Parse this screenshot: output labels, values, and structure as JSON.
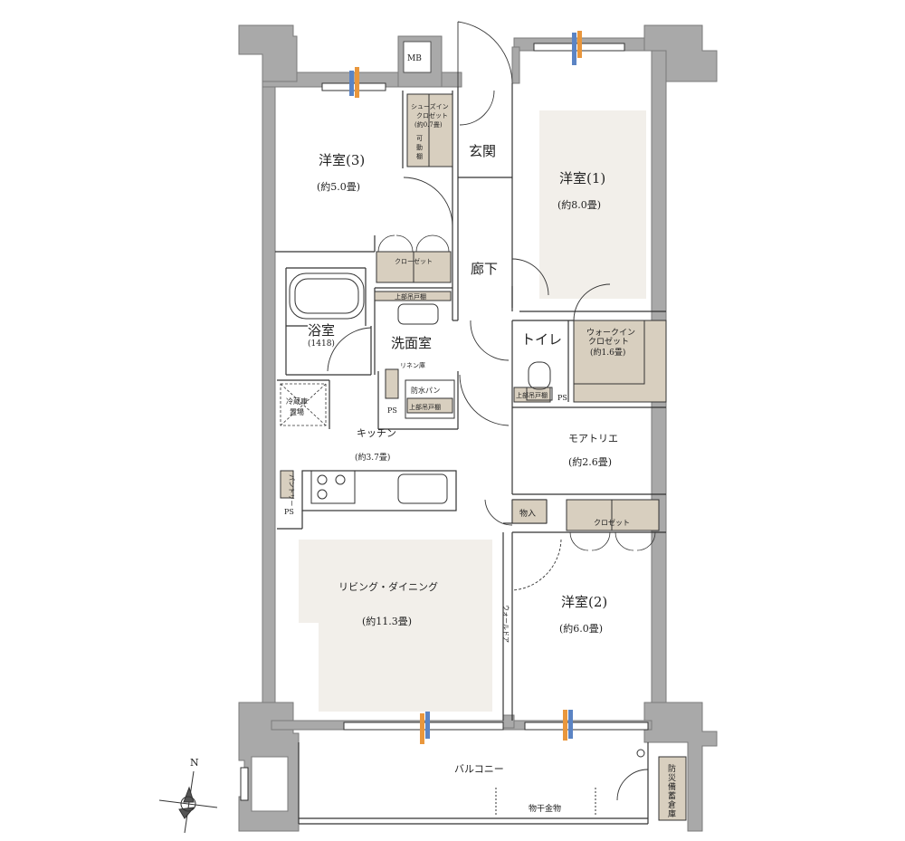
{
  "rooms": {
    "western3": {
      "name": "洋室(3)",
      "size": "(約5.0畳)"
    },
    "western1": {
      "name": "洋室(1)",
      "size": "(約8.0畳)"
    },
    "western2": {
      "name": "洋室(2)",
      "size": "(約6.0畳)"
    },
    "entrance": "玄関",
    "hallway": "廊下",
    "bath": {
      "name": "浴室",
      "size": "(1418)"
    },
    "washroom": "洗面室",
    "toilet": "トイレ",
    "kitchen": {
      "name": "キッチン",
      "size": "(約3.7畳)"
    },
    "living": {
      "name": "リビング・ダイニング",
      "size": "(約11.3畳)"
    },
    "atelier": {
      "name": "モアトリエ",
      "size": "(約2.6畳)"
    },
    "balcony": "バルコニー",
    "wic": {
      "line1": "ウォークイン",
      "line2": "クロゼット",
      "size": "(約1.6畳)"
    }
  },
  "fixtures": {
    "mb": "MB",
    "shoe_closet": {
      "line1": "シューズイン",
      "line2": "クロゼット",
      "size": "(約0.7畳)",
      "shelf_chars": [
        "可",
        "動",
        "棚"
      ]
    },
    "closet_w3": "クローゼット",
    "upper_shelf_wash": "上部吊戸棚",
    "linen": "リネン庫",
    "waterproof_pan": "防水パン",
    "upper_cabinet": "上部吊戸棚",
    "ps1": "PS",
    "ps2": "PS",
    "ps3": "PS",
    "fridge": {
      "line1": "冷蔵庫",
      "line2": "置場"
    },
    "pantry": "パントリー",
    "storage": "物入",
    "closet_w2": "クロゼット",
    "wall_door": "ウォールドア",
    "toilet_shelf": "上部吊戸棚",
    "laundry_rod": "物干金物",
    "disaster_storage": [
      "防",
      "災",
      "備",
      "蓄",
      "倉",
      "庫"
    ],
    "north": "N"
  },
  "colors": {
    "wall": "#a9a9a9",
    "wall_stroke": "#7a7a7a",
    "floor_highlight": "#f2efea",
    "storage_fill": "#d8cfbf",
    "line": "#333333",
    "window_blue": "#5b84c4",
    "window_orange": "#e9973d"
  }
}
